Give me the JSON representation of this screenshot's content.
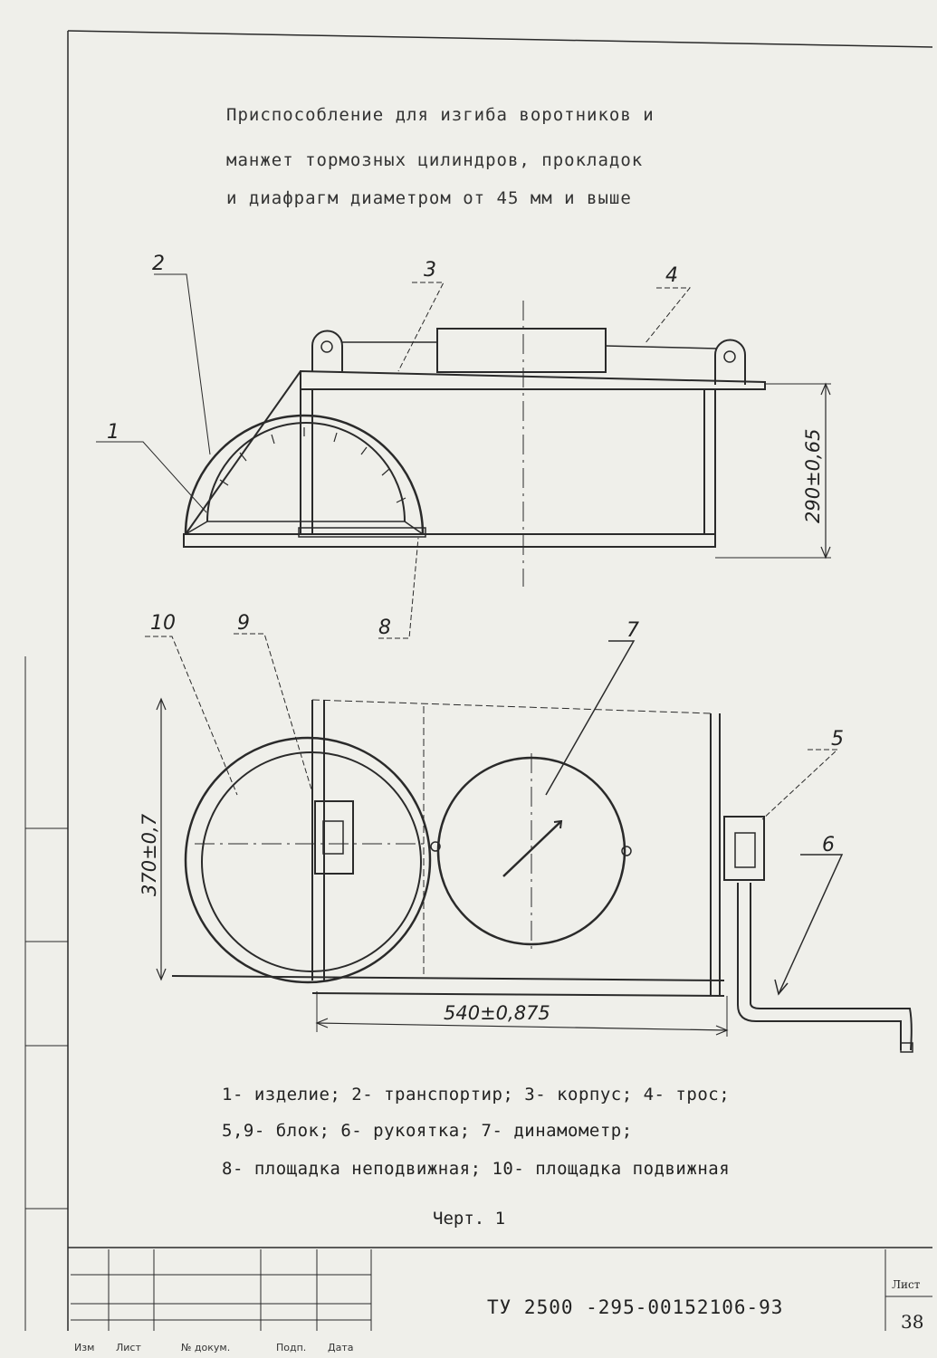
{
  "title": {
    "line1": "Приспособление для изгиба воротников и",
    "line2": "манжет тормозных цилиндров, прокладок",
    "line3": "и диафрагм диаметром от 45 мм и выше"
  },
  "callouts": {
    "n1": "1",
    "n2": "2",
    "n3": "3",
    "n4": "4",
    "n5": "5",
    "n6": "6",
    "n7": "7",
    "n8": "8",
    "n9": "9",
    "n10": "10"
  },
  "dimensions": {
    "height_side": "290±0,65",
    "height_top": "370±0,7",
    "width_top": "540±0,875"
  },
  "legend": {
    "line1": "1- изделие; 2- транспортир; 3- корпус; 4- трос;",
    "line2": "5,9- блок; 6- рукоятка; 7- динамометр;",
    "line3": "8- площадка неподвижная; 10- площадка подвижная"
  },
  "chart_label": "Черт. 1",
  "title_block": {
    "doc_code": "ТУ 2500 -295-00152106-93",
    "sheet_label": "Лист",
    "sheet_number": "38",
    "col_izm": "Изм",
    "col_list": "Лист",
    "col_doc": "№ докум.",
    "col_sign": "Подп.",
    "col_date": "Дата"
  }
}
